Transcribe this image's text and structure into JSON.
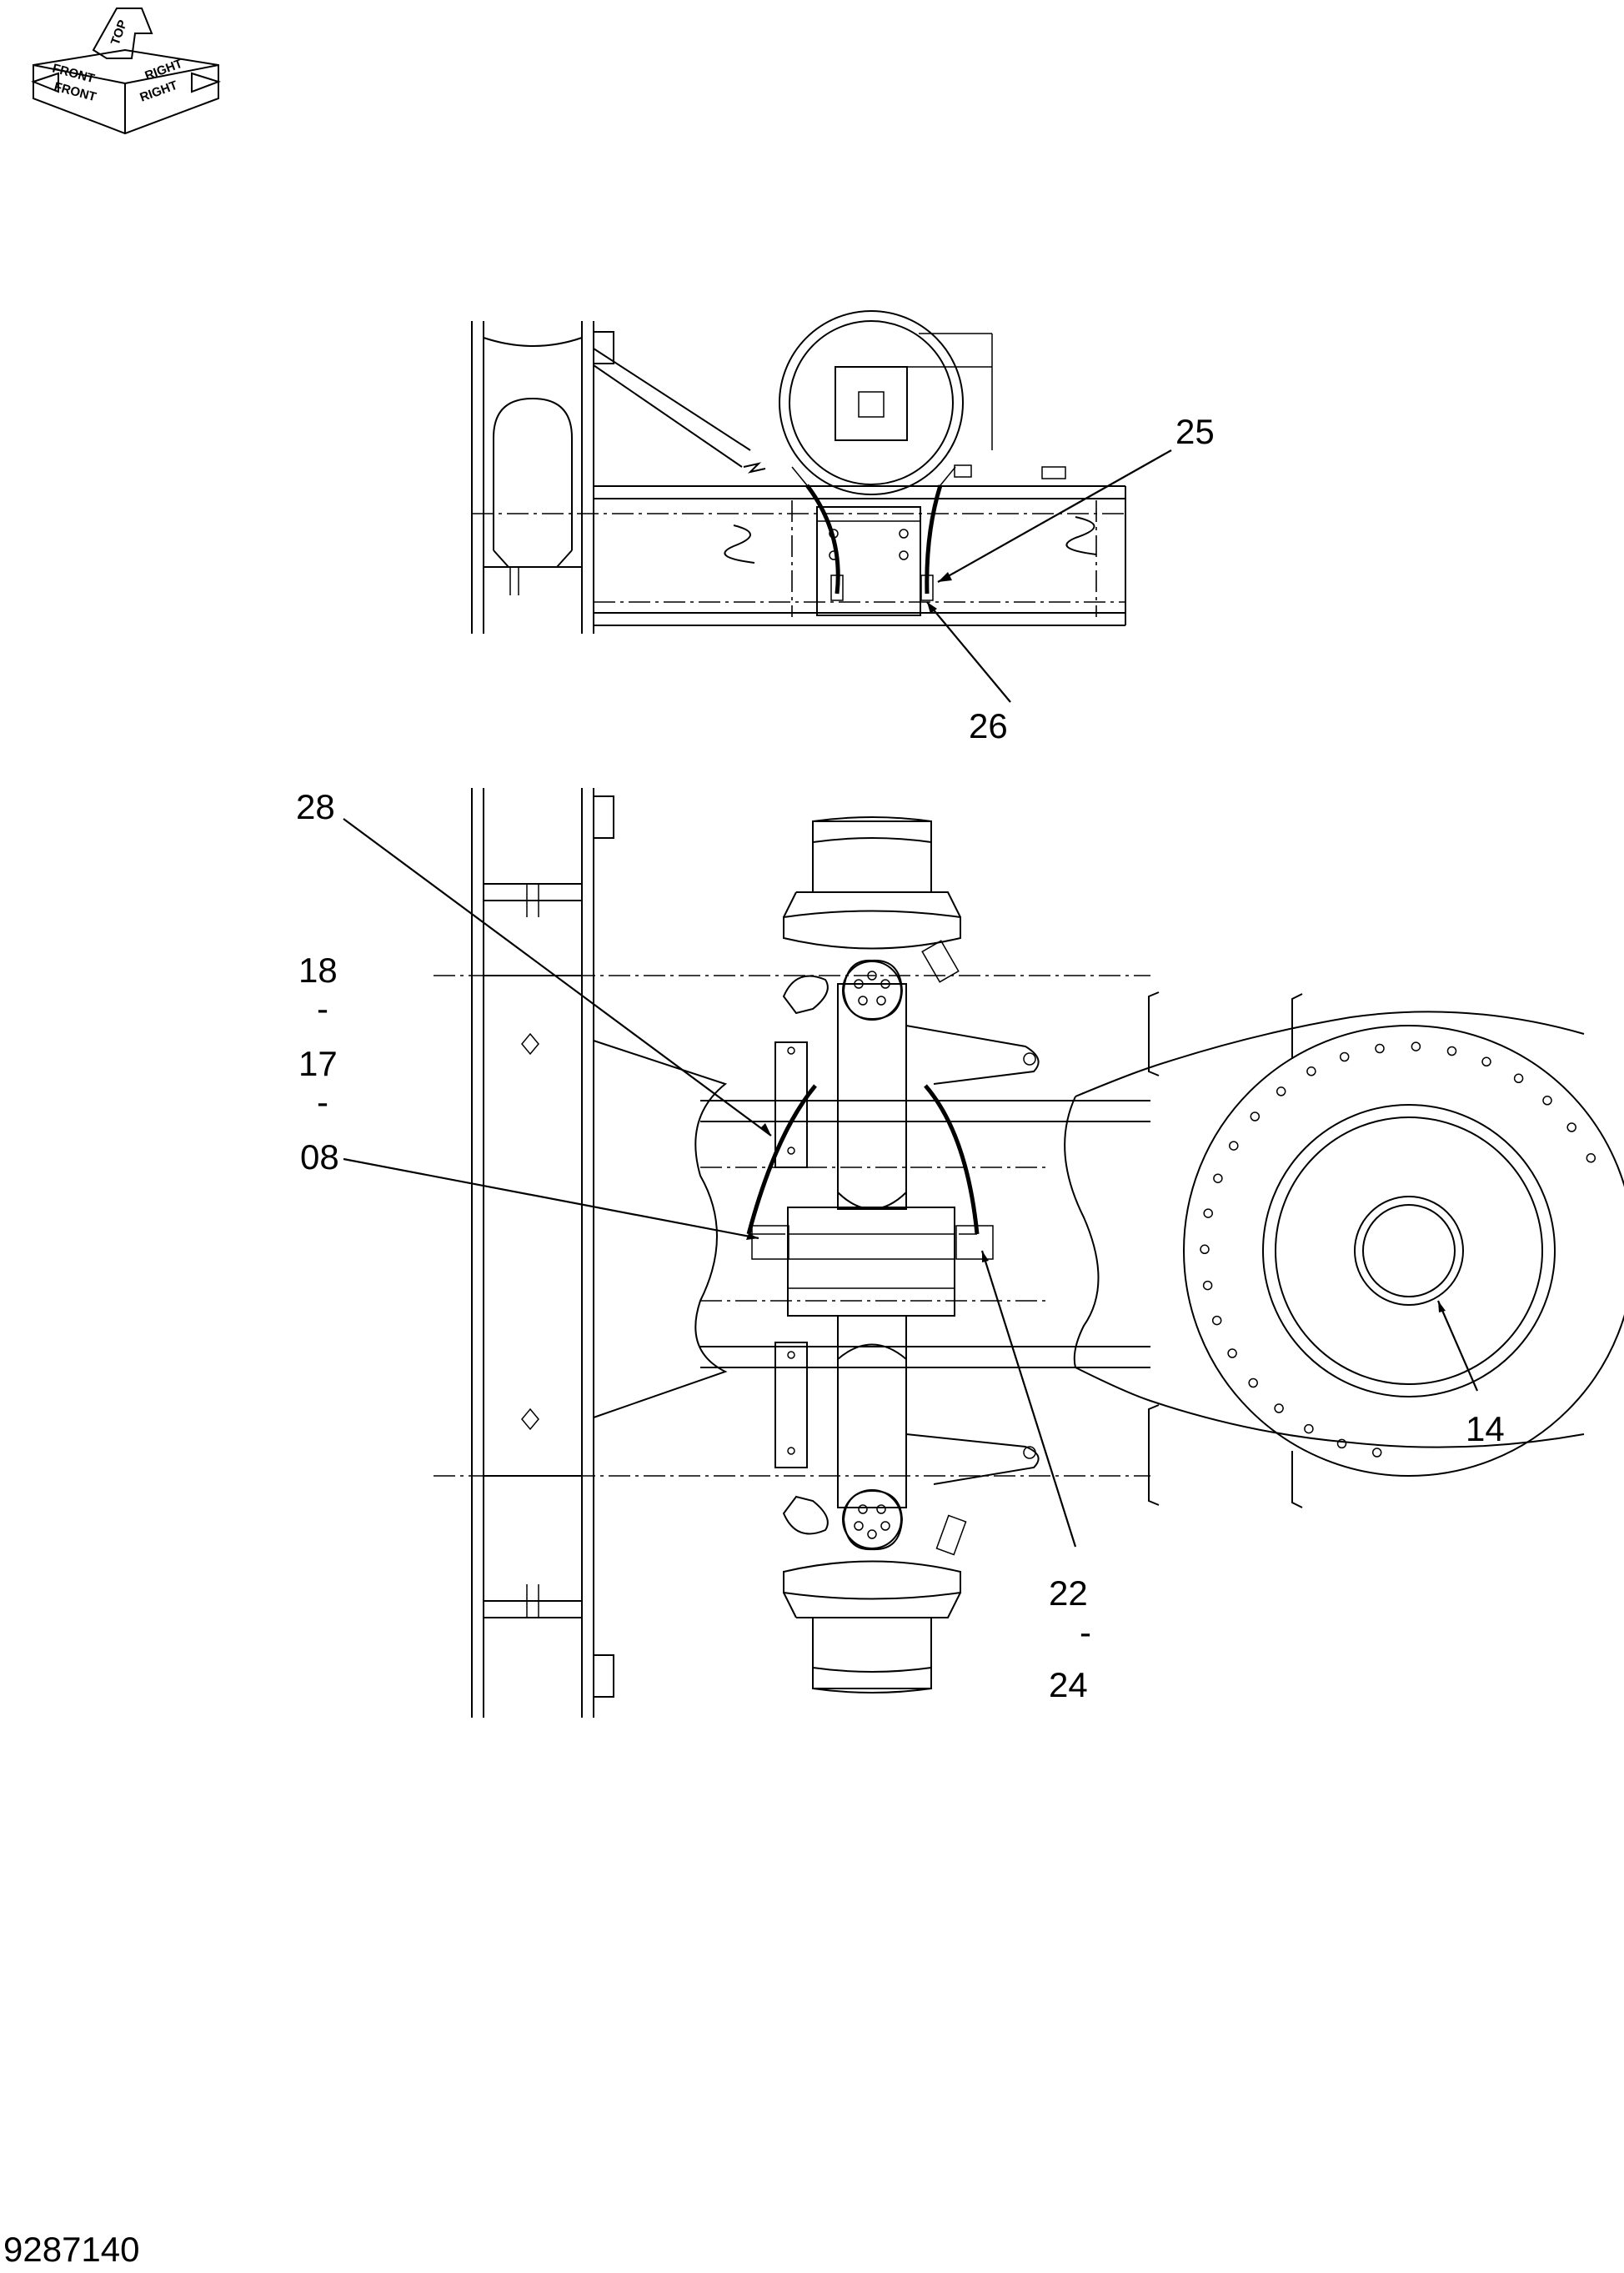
{
  "orientation": {
    "top": "TOP",
    "front": "FRONT",
    "right": "RIGHT",
    "front_mirror": "FRONT",
    "right_mirror": "RIGHT"
  },
  "callouts": {
    "c25": "25",
    "c26": "26",
    "c28": "28",
    "c18": "18",
    "c17": "17",
    "c08": "08",
    "c14": "14",
    "c22": "22",
    "c24": "24",
    "range_dash": "-"
  },
  "document_number": "9287140"
}
